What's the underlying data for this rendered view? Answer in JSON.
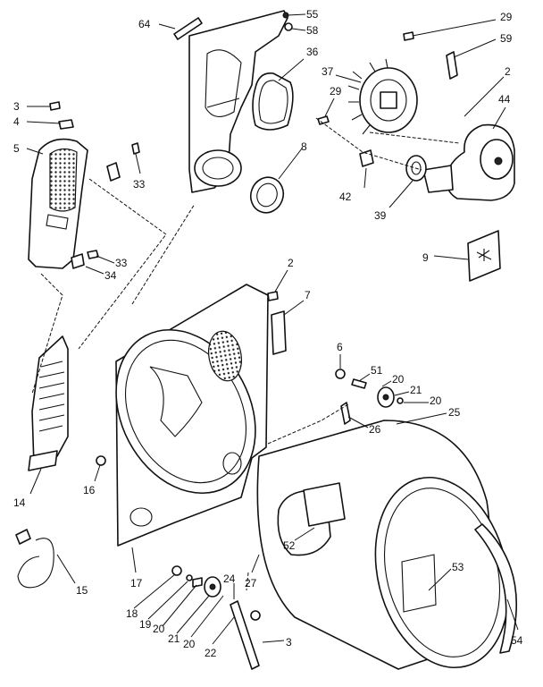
{
  "callouts": [
    "64",
    "55",
    "58",
    "36",
    "37",
    "29",
    "29",
    "59",
    "2",
    "44",
    "3",
    "4",
    "5",
    "33",
    "8",
    "42",
    "39",
    "9",
    "33",
    "34",
    "2",
    "7",
    "6",
    "51",
    "20",
    "21",
    "20",
    "26",
    "25",
    "14",
    "16",
    "52",
    "53",
    "15",
    "17",
    "27",
    "18",
    "19",
    "20",
    "21",
    "20",
    "24",
    "22",
    "3",
    "54"
  ]
}
